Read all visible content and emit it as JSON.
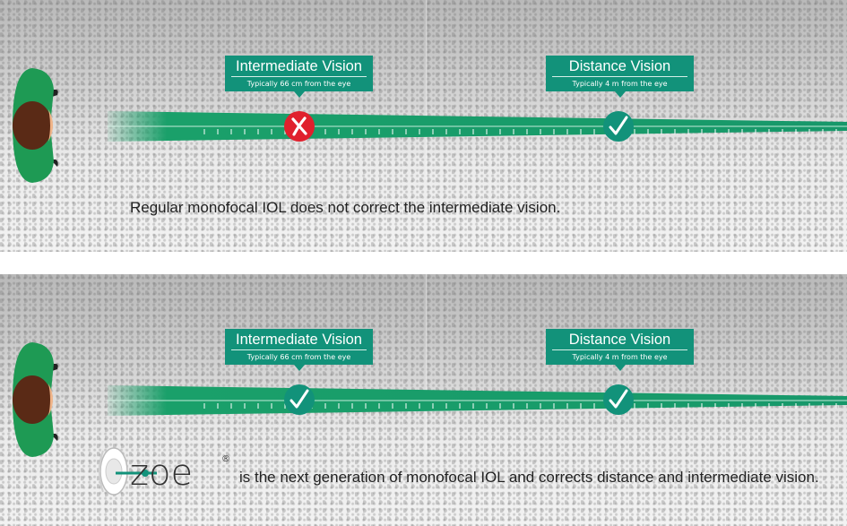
{
  "panels": [
    {
      "intermediate": {
        "title": "Intermediate Vision",
        "subtitle": "Typically 66 cm from the eye",
        "status": "x-icon"
      },
      "distance": {
        "title": "Distance Vision",
        "subtitle": "Typically 4 m from the eye",
        "status": "check-icon"
      },
      "caption": "Regular monofocal IOL does not correct the intermediate vision."
    },
    {
      "intermediate": {
        "title": "Intermediate Vision",
        "subtitle": "Typically 66 cm from the eye",
        "status": "check-icon"
      },
      "distance": {
        "title": "Distance Vision",
        "subtitle": "Typically 4 m from the eye",
        "status": "check-icon"
      },
      "caption": "is the next generation of monofocal IOL and corrects distance and intermediate vision.",
      "brand": "zoe"
    }
  ],
  "colors": {
    "teal": "#12927a",
    "beam": "#1aa06a",
    "cross": "#e0202d",
    "person_body": "#1e9a54",
    "hair": "#5a2a16",
    "skin": "#f0b488"
  }
}
